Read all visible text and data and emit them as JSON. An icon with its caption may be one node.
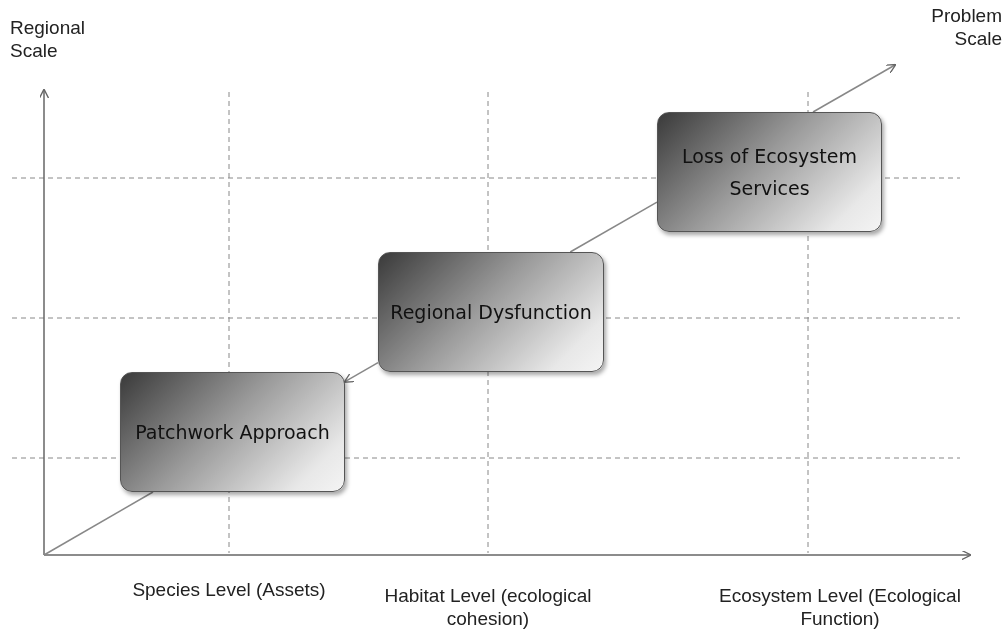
{
  "diagram": {
    "nodes": [
      {
        "text": [
          "Patchwork Approach"
        ]
      },
      {
        "text": [
          "Regional Dysfunction"
        ]
      },
      {
        "text": [
          "Loss of Ecosystem Services"
        ]
      }
    ],
    "edges": [
      {
        "from": 1,
        "to": 0,
        "arrow": "to"
      },
      {
        "from": 1,
        "to": 2,
        "arrow": "none"
      }
    ],
    "labels": [
      "Regional Scale",
      "Problem Scale",
      "Species Level (Assets)",
      "Habitat Level (ecological cohesion)",
      "Ecosystem Level (Ecological Function)"
    ]
  }
}
